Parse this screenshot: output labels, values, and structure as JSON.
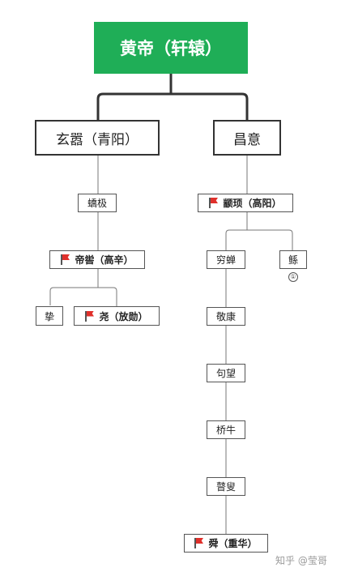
{
  "root": {
    "label": "黄帝（轩辕）"
  },
  "branch_left": {
    "label": "玄嚣（青阳）"
  },
  "branch_right": {
    "label": "昌意"
  },
  "left_nodes": {
    "jiaoji": "蟜极",
    "digu": "帝喾（高辛）",
    "zhi": "挚",
    "yao": "尧（放勋）"
  },
  "right_nodes": {
    "zhuanxu": "颛顼（高阳）",
    "qiongchan": "穷蝉",
    "gun": "鲧",
    "gun_badge": "①",
    "jingkang": "敬康",
    "juwang": "句望",
    "qiaoniu": "桥牛",
    "gusou": "瞽叟",
    "shun": "舜（重华）"
  },
  "flag_icon": "red-flag-icon",
  "colors": {
    "root_bg": "#1fae57",
    "flag": "#e0302b",
    "line": "#333333"
  },
  "watermark": "知乎 @莹哥"
}
